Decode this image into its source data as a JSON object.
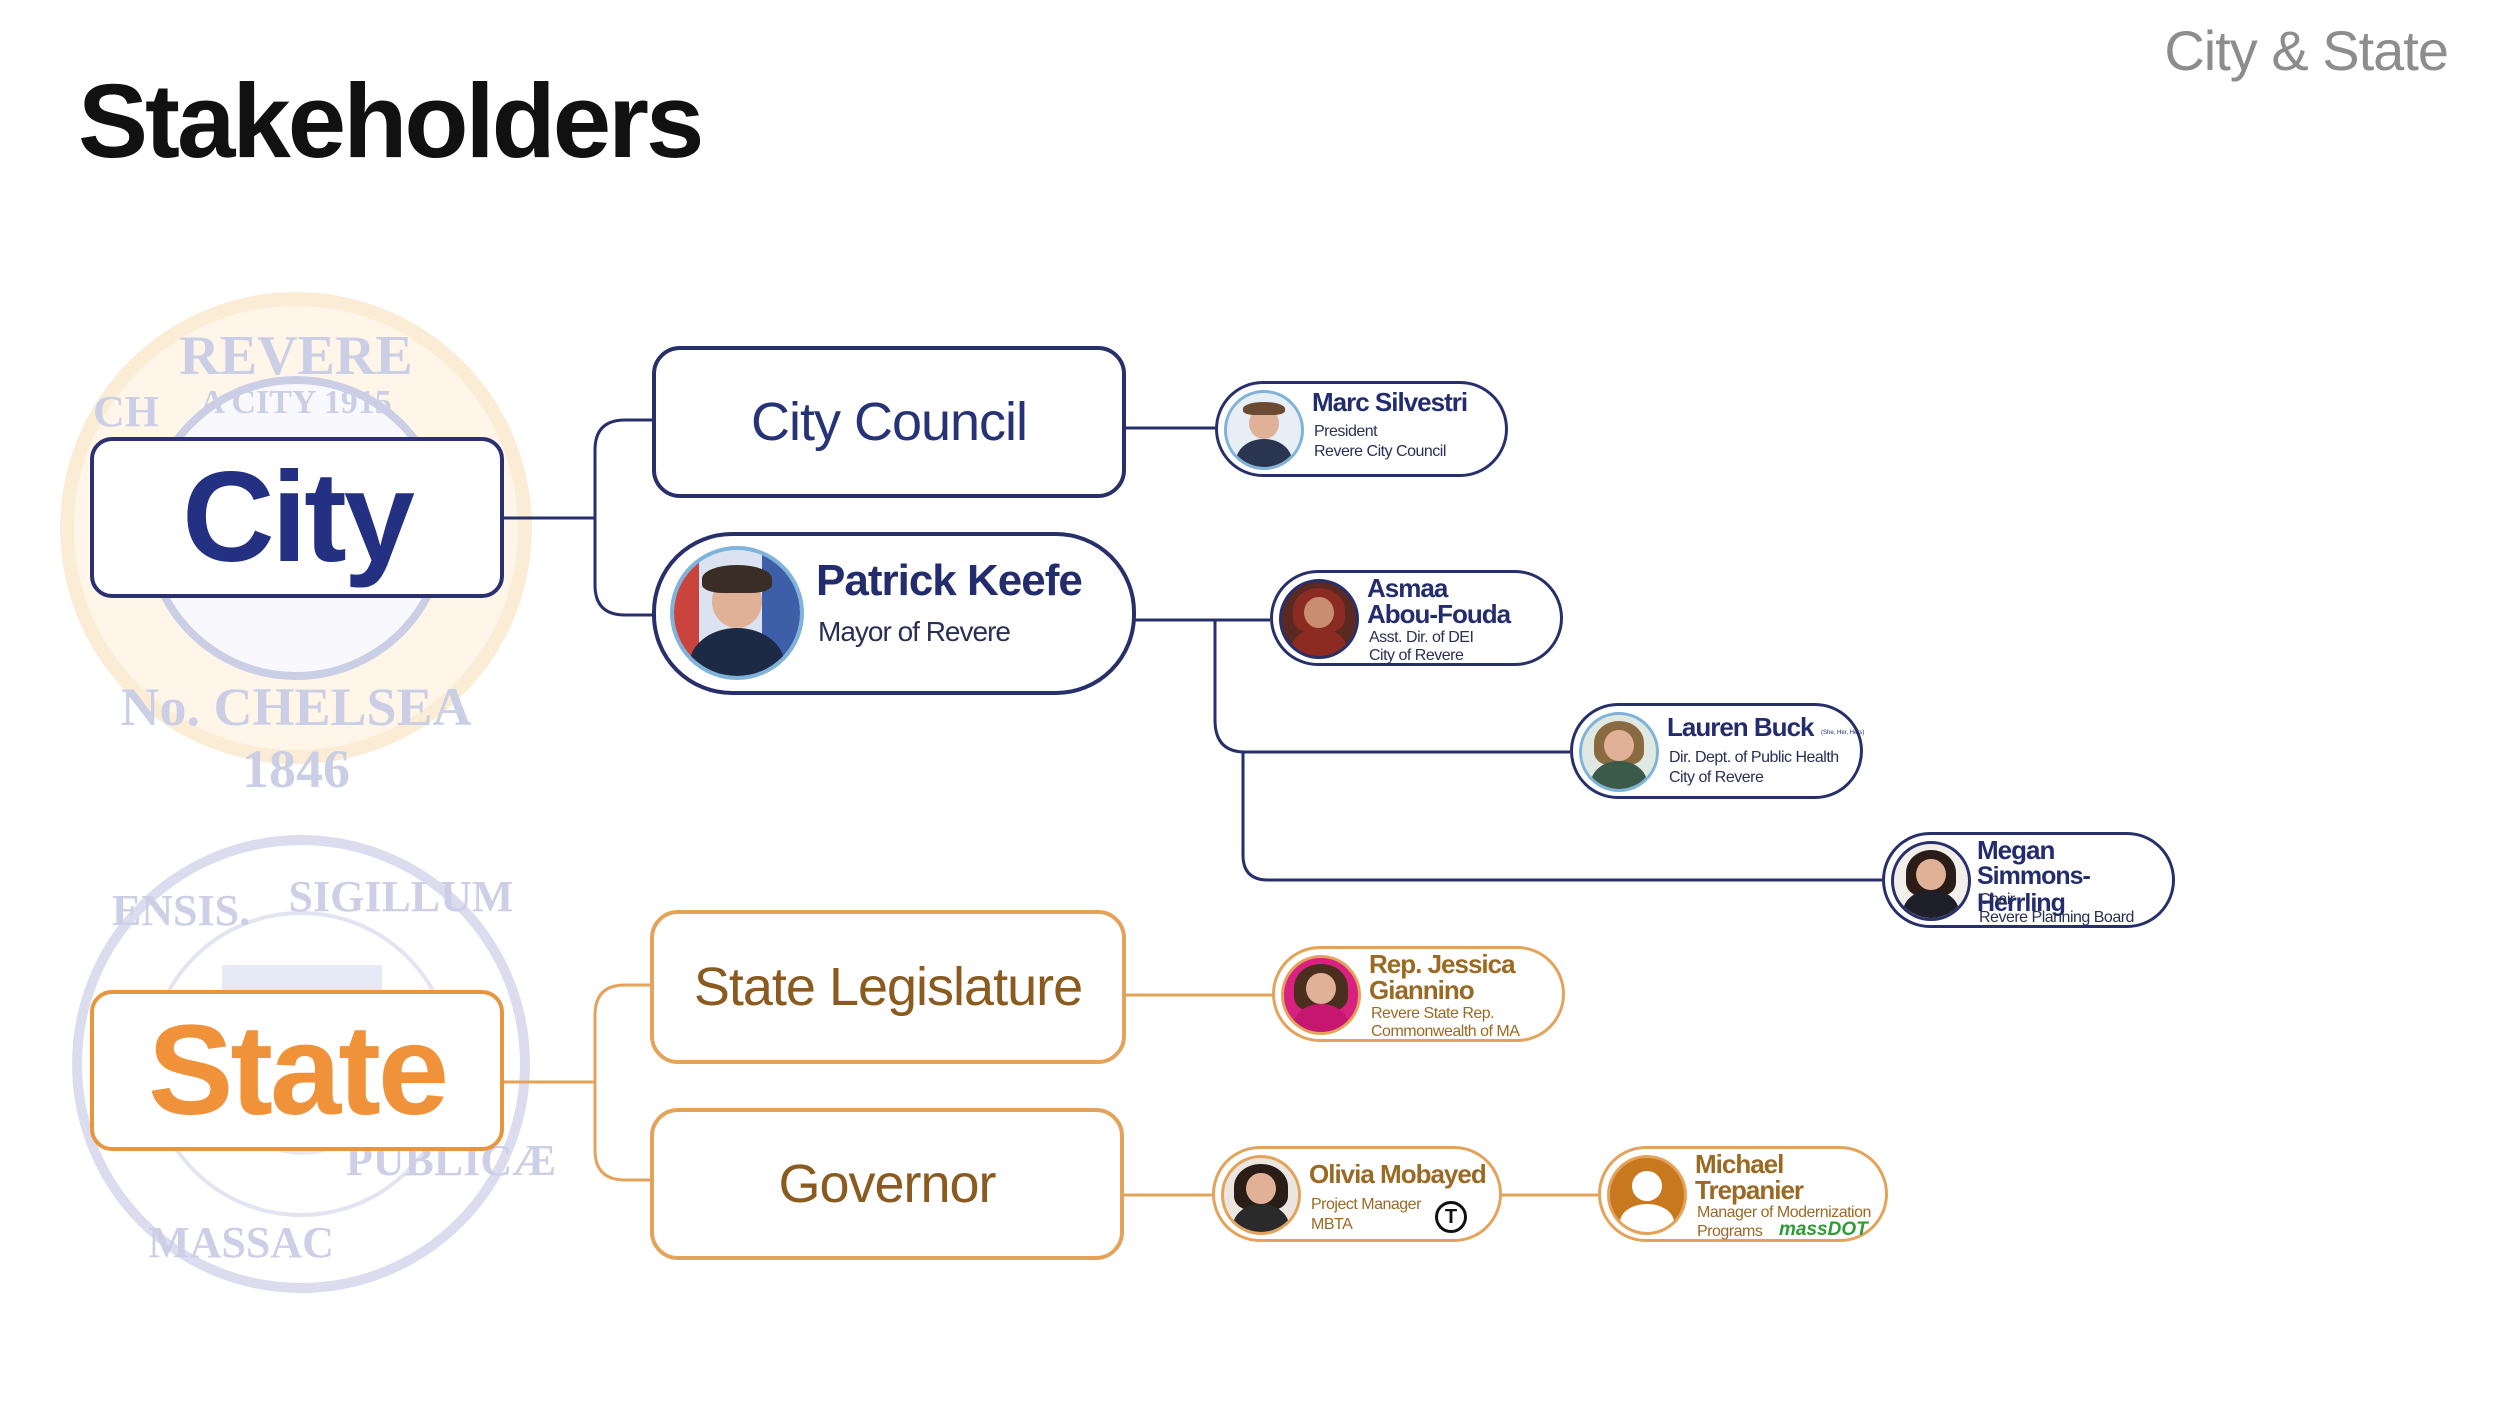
{
  "header": {
    "title": "Stakeholders",
    "brand": "City & State"
  },
  "colors": {
    "city_navy": "#28306c",
    "state_orange": "#f0923a",
    "state_gold": "#9a6a24"
  },
  "seals": {
    "city": {
      "top_text": "REVERE",
      "inner_text": "A CITY 1915",
      "bottom_text": "No. CHELSEA 1846",
      "side_text": "CH"
    },
    "state": {
      "top_text": "SIGILLUM",
      "left_text": "ENSIS.",
      "bottom_text": "MASSAC",
      "right_text": "PUBLICÆ"
    }
  },
  "groups": {
    "city": {
      "label": "City",
      "categories": [
        {
          "label": "City Council"
        },
        {
          "name": "Patrick Keefe",
          "title": "Mayor of Revere"
        }
      ],
      "people": [
        {
          "name": "Marc Silvestri",
          "role": "President",
          "org": "Revere City Council"
        },
        {
          "name_line1": "Asmaa",
          "name_line2": "Abou-Fouda",
          "role": "Asst. Dir. of DEI",
          "org": "City of Revere"
        },
        {
          "name": "Lauren Buck",
          "suffix": "(She, Her, Hers)",
          "role": "Dir. Dept. of Public Health",
          "org": "City of Revere"
        },
        {
          "name_line1": "Megan",
          "name_line2": "Simmons-Herrling",
          "role": "Chair",
          "org": "Revere Planning Board"
        }
      ]
    },
    "state": {
      "label": "State",
      "categories": [
        {
          "label": "State Legislature"
        },
        {
          "label": "Governor"
        }
      ],
      "people": [
        {
          "name_line1": "Rep. Jessica",
          "name_line2": "Giannino",
          "role": "Revere State Rep.",
          "org": "Commonwealth of MA"
        },
        {
          "name": "Olivia Mobayed",
          "role": "Project Manager",
          "org": "MBTA",
          "logo": "T"
        },
        {
          "name_line1": "Michael",
          "name_line2": "Trepanier",
          "role": "Manager of Modernization",
          "org": "Programs",
          "logo": "massDOT"
        }
      ]
    }
  }
}
